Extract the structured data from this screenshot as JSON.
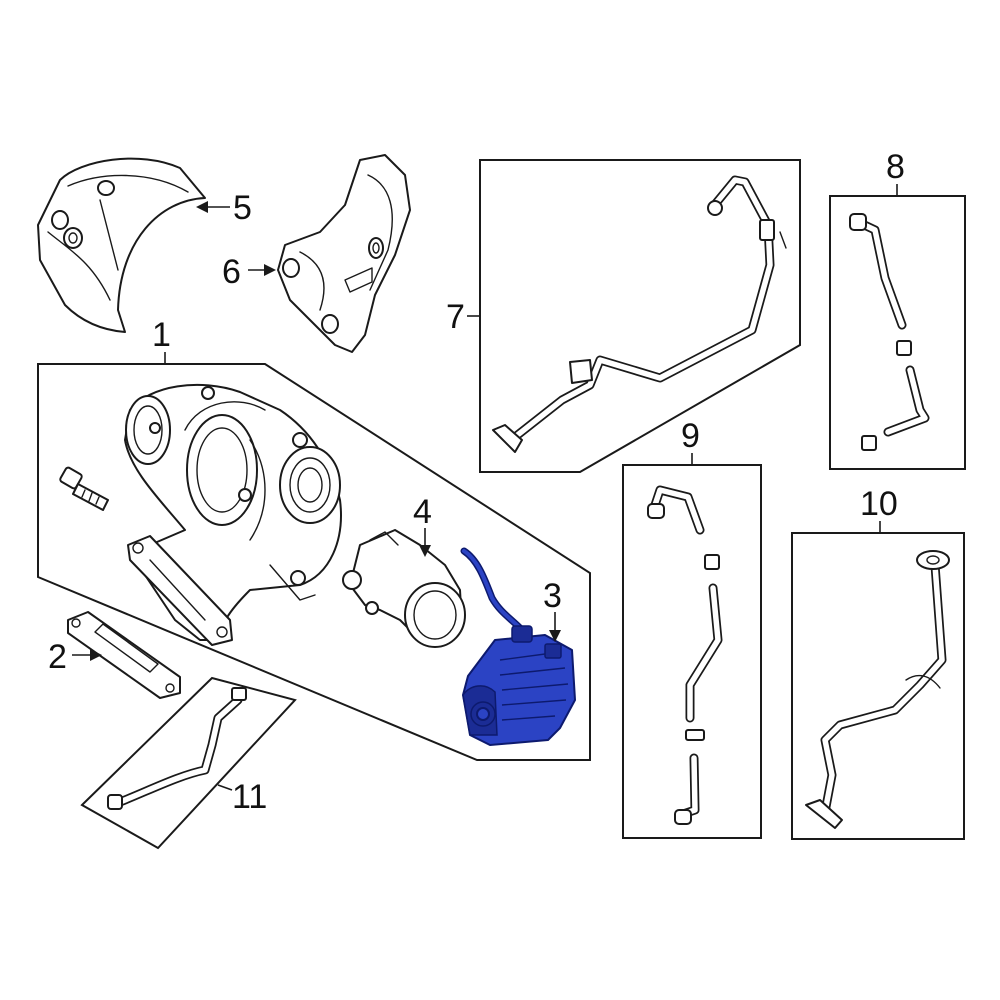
{
  "callouts": {
    "c1": "1",
    "c2": "2",
    "c3": "3",
    "c4": "4",
    "c5": "5",
    "c6": "6",
    "c7": "7",
    "c8": "8",
    "c9": "9",
    "c10": "10",
    "c11": "11"
  },
  "colors": {
    "highlight": "#2b43c4",
    "line": "#1a1a1a",
    "background": "#ffffff"
  }
}
